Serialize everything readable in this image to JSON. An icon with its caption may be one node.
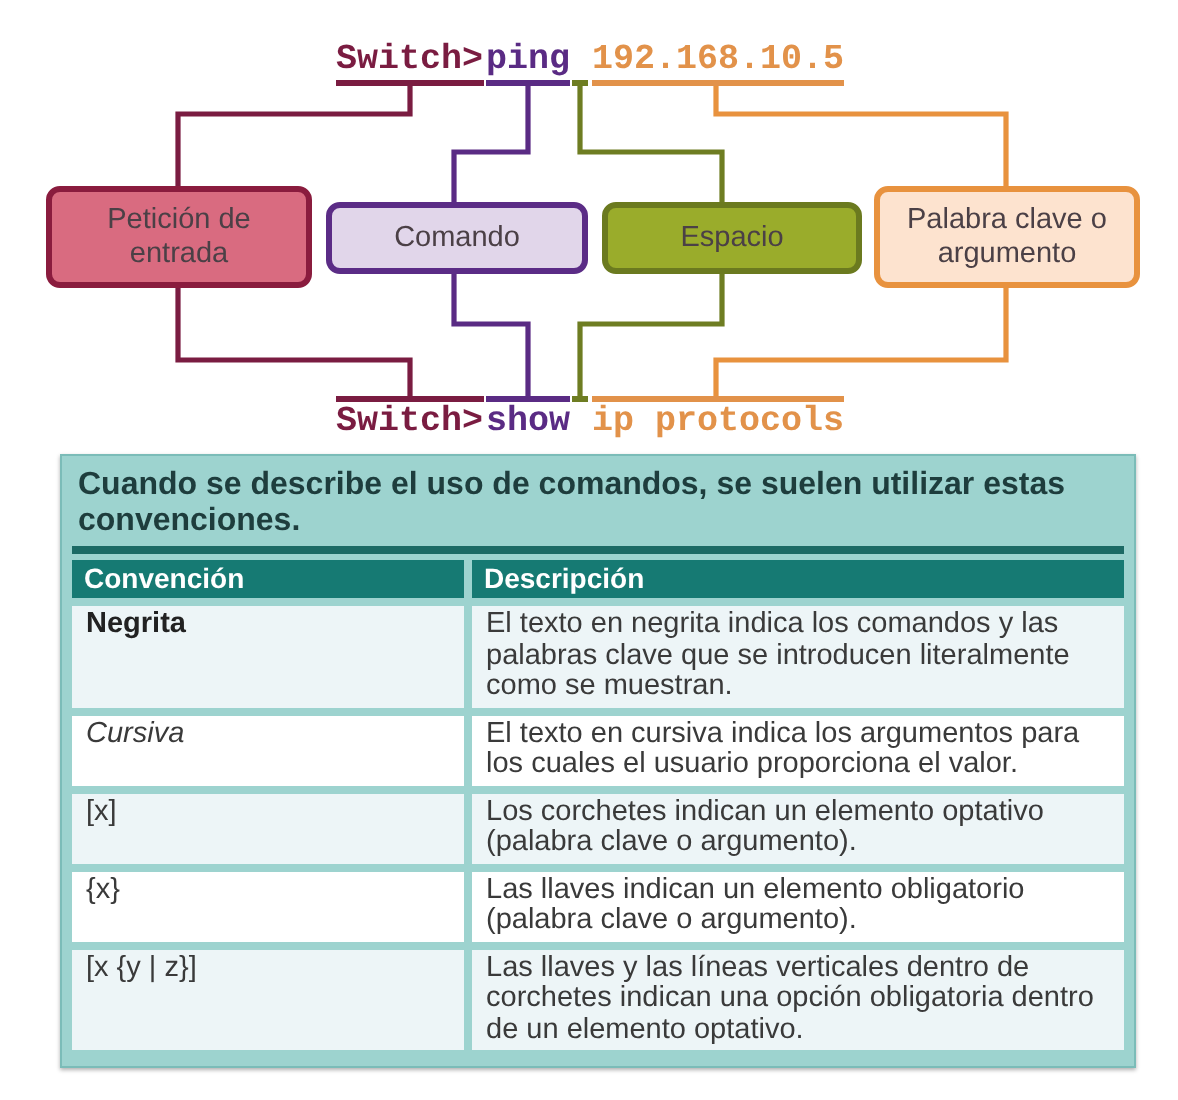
{
  "diagram": {
    "nodes": [
      {
        "text": [
          "Switch>"
        ]
      },
      {
        "text": [
          "ping"
        ]
      },
      {
        "text": [],
        "shape": "bar"
      },
      {
        "text": [
          "192.168.10.5"
        ]
      },
      {
        "text": [
          "Petición de entrada"
        ]
      },
      {
        "text": [
          "Comando"
        ]
      },
      {
        "text": [
          "Espacio"
        ]
      },
      {
        "text": [
          "Palabra clave o argumento"
        ]
      },
      {
        "text": [
          "Switch>"
        ]
      },
      {
        "text": [
          "show"
        ]
      },
      {
        "text": [],
        "shape": "bar"
      },
      {
        "text": [
          "ip protocols"
        ]
      }
    ],
    "edges": [
      {
        "from": 4,
        "to": 0,
        "arrow": "none",
        "color": "#7a1c41"
      },
      {
        "from": 5,
        "to": 1,
        "arrow": "none",
        "color": "#5a2b84"
      },
      {
        "from": 6,
        "to": 2,
        "arrow": "none",
        "color": "#6e7d22"
      },
      {
        "from": 7,
        "to": 3,
        "arrow": "none",
        "color": "#e8923e"
      },
      {
        "from": 4,
        "to": 8,
        "arrow": "none",
        "color": "#7a1c41"
      },
      {
        "from": 5,
        "to": 9,
        "arrow": "none",
        "color": "#5a2b84"
      },
      {
        "from": 6,
        "to": 10,
        "arrow": "none",
        "color": "#6e7d22"
      },
      {
        "from": 7,
        "to": 11,
        "arrow": "none",
        "color": "#e8923e"
      }
    ],
    "labels": [
      "Cuando se describe el uso de comandos, se suelen utilizar estas convenciones.",
      "Convención",
      "Descripción",
      "Negrita",
      "El texto en negrita indica los comandos y las palabras clave que se introducen literalmente como se muestran.",
      "Cursiva",
      "El texto en cursiva indica los argumentos para los cuales el usuario proporciona el valor.",
      "[x]",
      "Los corchetes indican un elemento optativo (palabra clave o argumento).",
      "{x}",
      "Las llaves indican un elemento obligatorio (palabra clave o argumento).",
      "[x {y | z}]",
      "Las llaves y las líneas verticales dentro de corchetes indican una opción obligatoria dentro de un elemento optativo."
    ]
  }
}
